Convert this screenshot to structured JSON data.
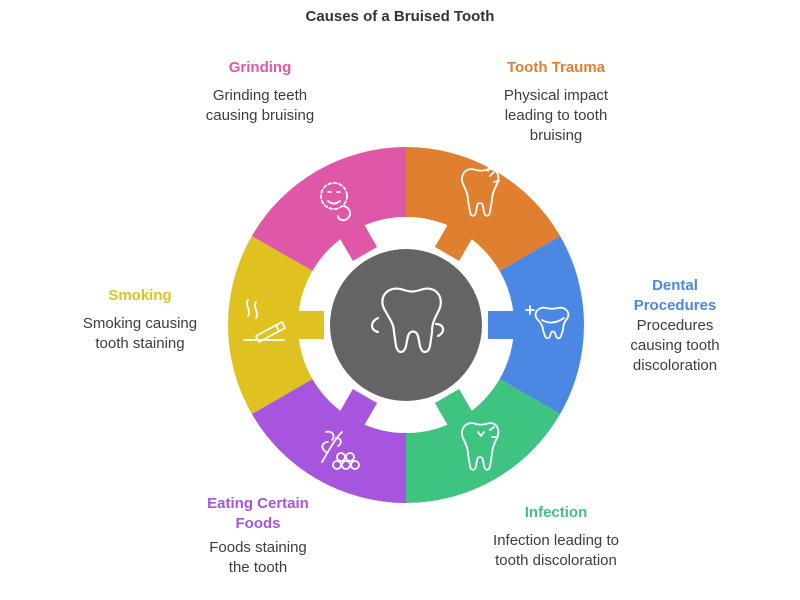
{
  "title": "Causes of a Bruised Tooth",
  "center_icon": "tooth-icon",
  "causes": [
    {
      "name": "Tooth Trauma",
      "description": "Physical impact leading to tooth bruising",
      "color": "#e07f2f",
      "icon": "chipped-tooth-icon"
    },
    {
      "name": "Dental Procedures",
      "description": "Procedures causing tooth discoloration",
      "color": "#4a88e4",
      "icon": "sparkle-tooth-icon"
    },
    {
      "name": "Infection",
      "description": "Infection leading to tooth discoloration",
      "color": "#3ec480",
      "icon": "infected-tooth-icon"
    },
    {
      "name": "Eating Certain Foods",
      "description": "Foods staining the tooth",
      "color": "#a754df",
      "icon": "grapes-icon"
    },
    {
      "name": "Smoking",
      "description": "Smoking causing tooth staining",
      "color": "#dfc21f",
      "icon": "cigarette-icon"
    },
    {
      "name": "Grinding",
      "description": "Grinding teeth causing bruising",
      "color": "#df58a8",
      "icon": "grinding-face-icon"
    }
  ]
}
